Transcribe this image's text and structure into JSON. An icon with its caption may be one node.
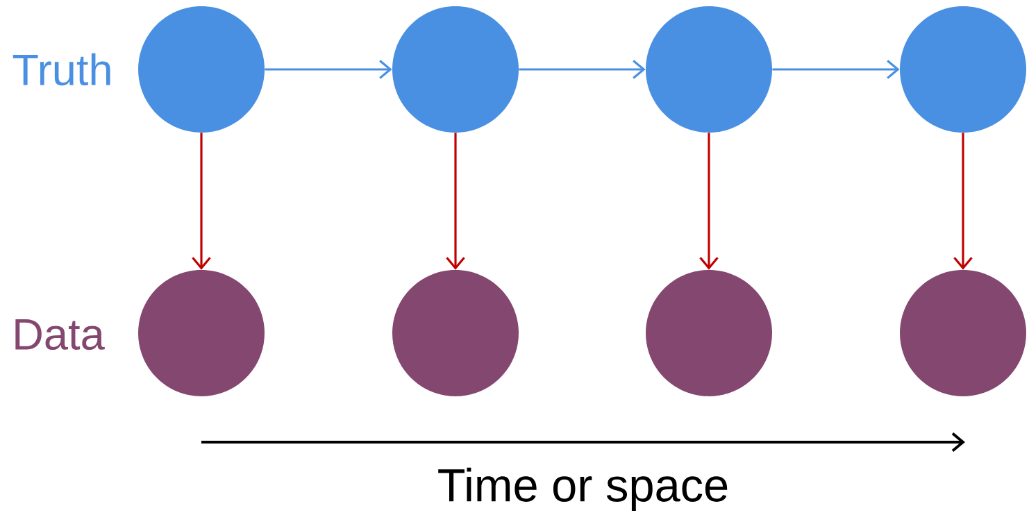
{
  "diagram": {
    "nodes": [
      {
        "text": [],
        "shape": "circle"
      },
      {
        "text": [],
        "shape": "circle"
      },
      {
        "text": [],
        "shape": "circle"
      },
      {
        "text": [],
        "shape": "circle"
      },
      {
        "text": [],
        "shape": "circle"
      },
      {
        "text": [],
        "shape": "circle"
      },
      {
        "text": [],
        "shape": "circle"
      },
      {
        "text": [],
        "shape": "circle"
      }
    ],
    "edges": [
      {
        "from": 0,
        "to": 1,
        "arrow": "to",
        "color": "#4a90e2"
      },
      {
        "from": 1,
        "to": 2,
        "arrow": "to",
        "color": "#4a90e2"
      },
      {
        "from": 2,
        "to": 3,
        "arrow": "to",
        "color": "#4a90e2"
      },
      {
        "from": 0,
        "to": 4,
        "arrow": "to",
        "color": "#c00000"
      },
      {
        "from": 1,
        "to": 5,
        "arrow": "to",
        "color": "#c00000"
      },
      {
        "from": 2,
        "to": 6,
        "arrow": "to",
        "color": "#c00000"
      },
      {
        "from": 3,
        "to": 7,
        "arrow": "to",
        "color": "#c00000"
      }
    ],
    "labels": [
      "Truth",
      "Data",
      "Time or space"
    ]
  }
}
